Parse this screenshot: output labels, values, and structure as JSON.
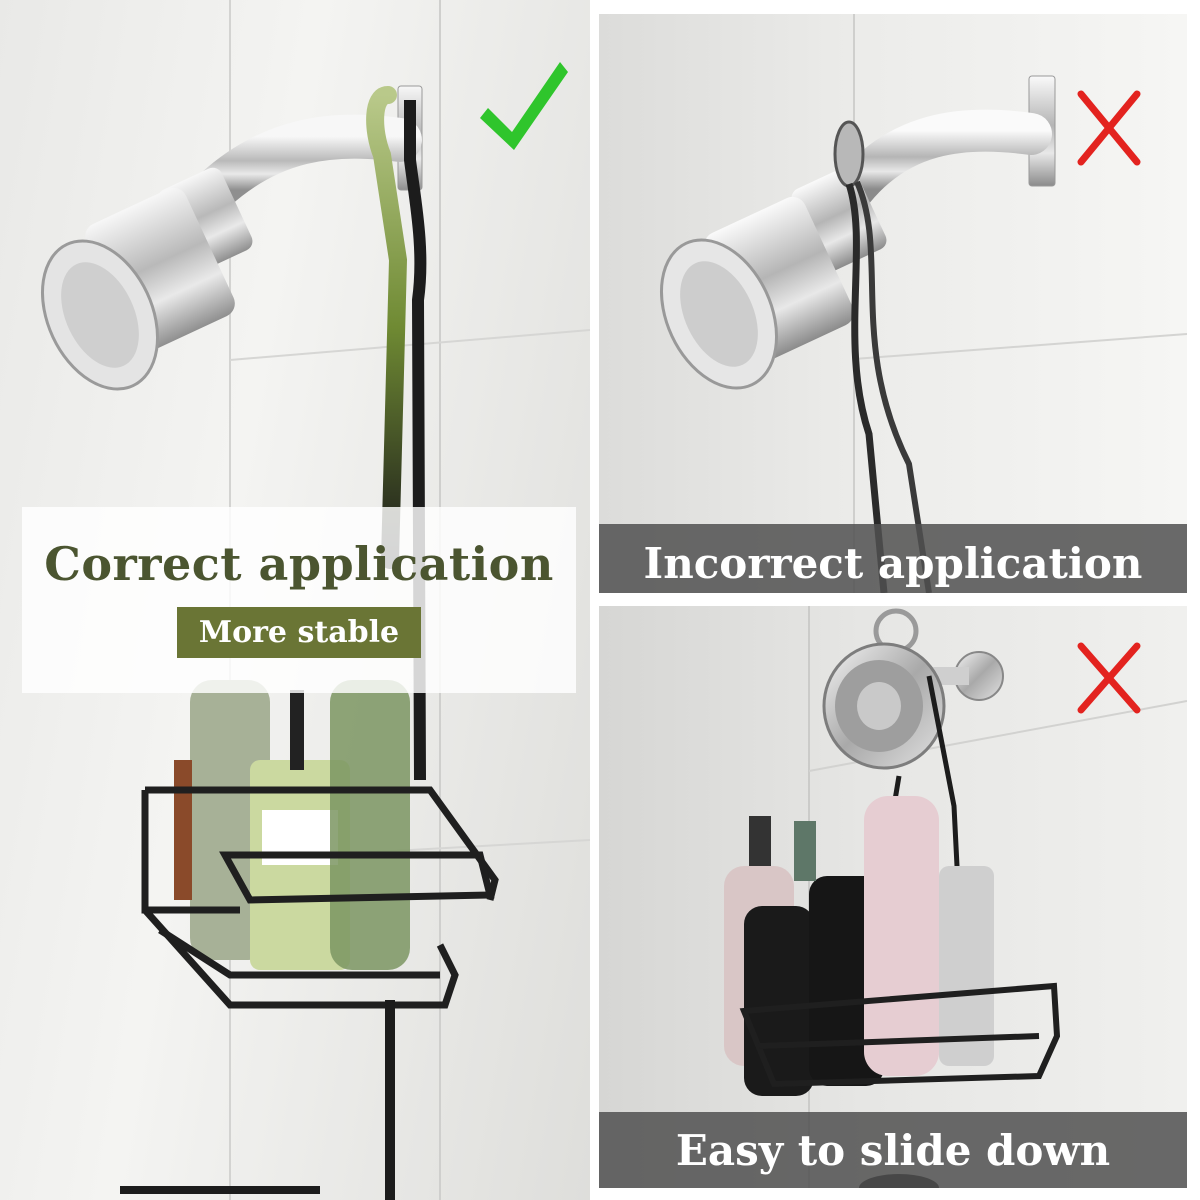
{
  "panels": {
    "correct": {
      "title": "Correct application",
      "badge": "More stable",
      "mark_icon": "checkmark-icon",
      "mark_color": "#2fc52c",
      "hook_color": "#7c8f3c"
    },
    "incorrect": {
      "title": "Incorrect application",
      "mark_icon": "x-mark-icon",
      "mark_color": "#e3231f"
    },
    "slide": {
      "title": "Easy to slide down",
      "mark_icon": "x-mark-icon",
      "mark_color": "#e3231f"
    }
  },
  "colors": {
    "olive": "#4b5530",
    "badge_bg": "#6a7535",
    "dark_band": "#505050"
  }
}
